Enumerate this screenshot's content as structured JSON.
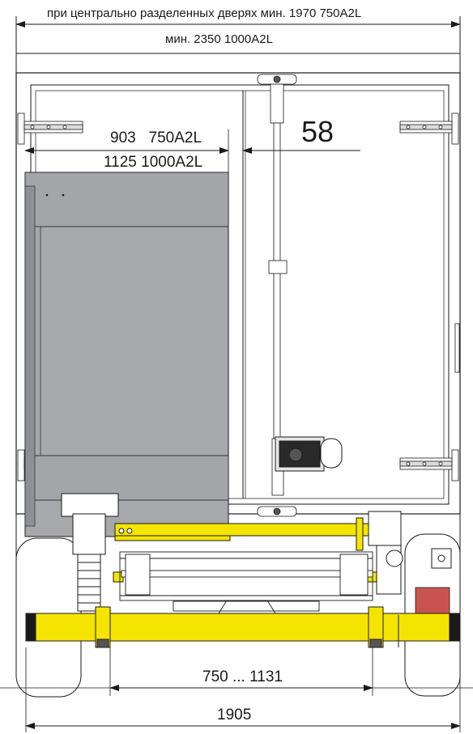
{
  "dimensions": {
    "top_line_1": "при центрально разделенных дверях мин. 1970 750A2L",
    "top_line_2": "мин. 2350 1000A2L",
    "door_width_1": "903   750A2L",
    "door_width_2": "1125 1000A2L",
    "hinge_offset": "58",
    "axle_track": "750 ... 1131",
    "overall_width": "1905"
  },
  "colors": {
    "line": "#1a1a1a",
    "door_panel": "#a6a8ab",
    "door_panel_dark": "#8e9094",
    "yellow": "#f5e400",
    "red_part": "#c9544f",
    "wheel_fill": "#ffffff"
  }
}
